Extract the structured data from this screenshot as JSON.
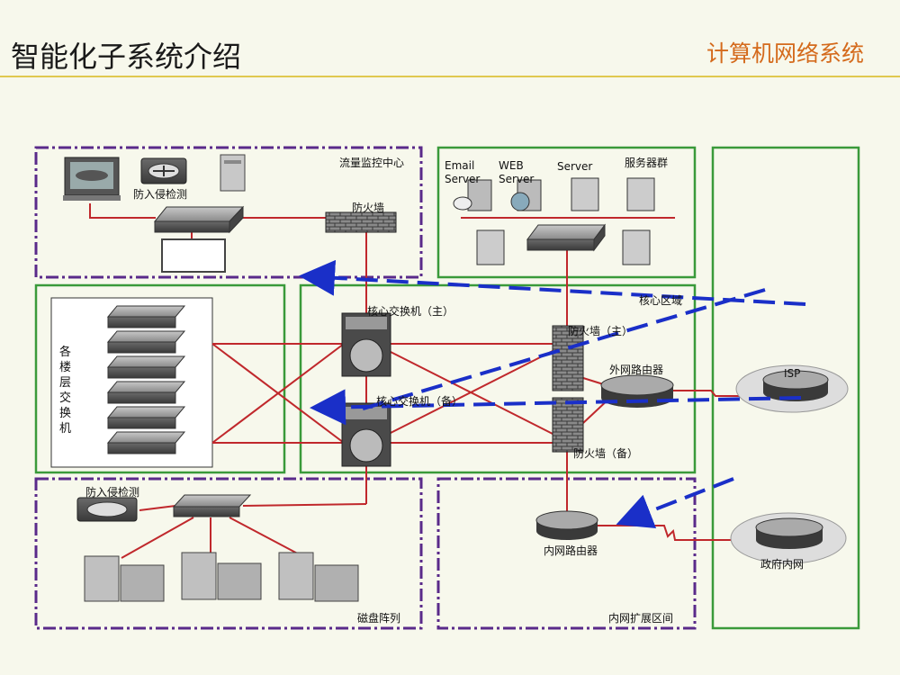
{
  "header": {
    "title": "智能化子系统介绍",
    "subtitle": "计算机网络系统"
  },
  "zones": {
    "traffic_monitor": "流量监控中心",
    "server_farm": "服务器群",
    "core_zone": "核心区域",
    "floor_switches": "各楼层交换机",
    "disk_array": "磁盘阵列",
    "intranet_extension": "内网扩展区间"
  },
  "devices": {
    "ids_top": "防入侵检测",
    "firewall_top": "防火墙",
    "email_server": "Email Server",
    "web_server": "WEB Server",
    "server": "Server",
    "core_switch_main": "核心交换机（主）",
    "core_switch_backup": "核心交换机（备）",
    "firewall_main": "防火墙（主）",
    "firewall_backup": "防火墙（备）",
    "external_router": "外网路由器",
    "isp": "ISP",
    "ids_bottom": "防入侵检测",
    "internal_router": "内网路由器",
    "gov_intranet": "政府内网"
  },
  "colors": {
    "link": "#c0282c",
    "purple_zone": "#5a2a8a",
    "green_zone": "#3a9a3a",
    "flow_arrow": "#1a2fc8",
    "title_accent": "#d46a1c"
  }
}
